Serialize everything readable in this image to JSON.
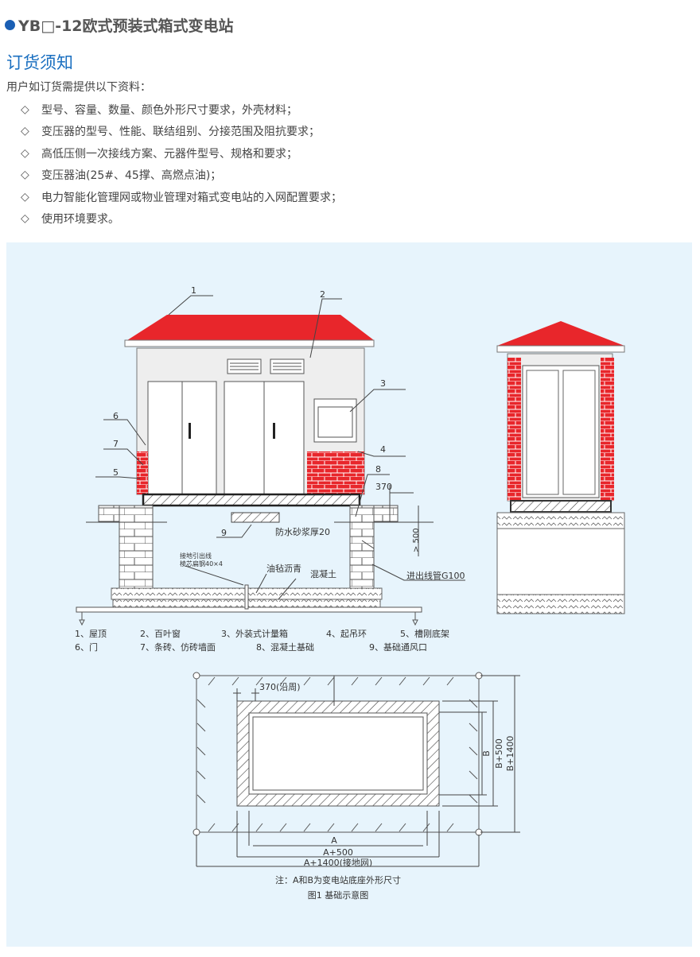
{
  "title": "YB□-12欧式预装式箱式变电站",
  "section_title": "订货须知",
  "intro": "用户如订货需提供以下资料：",
  "requirements": [
    "型号、容量、数量、颜色外形尺寸要求，外壳材料；",
    "变压器的型号、性能、联结组别、分接范围及阻抗要求；",
    "高低压侧一次接线方案、元器件型号、规格和要求；",
    " 变压器油(25#、45撑、高燃点油)；",
    "电力智能化管理网或物业管理对箱式变电站的入网配置要求；",
    "使用环境要求。"
  ],
  "bullet_glyph": "◇",
  "colors": {
    "accent": "#1a6fc0",
    "roof": "#e8262b",
    "panel": "#e7f4fc"
  },
  "diagram": {
    "callouts": [
      "1",
      "2",
      "3",
      "4",
      "5",
      "6",
      "7",
      "8",
      "9"
    ],
    "dim_370": "370",
    "dim_500": "> 500",
    "waterproof": "防水砂浆厚20",
    "ground_lead_1": "接地引出线",
    "ground_lead_2": "棱芯扁钢40×4",
    "felt": "油毡沥青",
    "concrete": "混凝土",
    "conduit": "进出线管G100",
    "legend_row1": [
      "1、屋顶",
      "2、百叶窗",
      "3、外装式计量箱",
      "4、起吊环",
      "5、槽刚底架"
    ],
    "legend_row2": [
      "6、门",
      "7、条砖、仿砖墙面",
      "8、混凝土基础",
      "9、基础通风口"
    ]
  },
  "plan": {
    "dim_370": "370(沿周)",
    "A": "A",
    "A500": "A+500",
    "A1400": "A+1400(接地网)",
    "B": "B",
    "B500": "B+500",
    "B1400": "B+1400",
    "note": "注：A和B为变电站底座外形尺寸",
    "caption": "图1 基础示意图"
  }
}
